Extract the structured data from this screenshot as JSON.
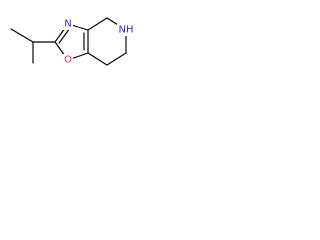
{
  "structure": {
    "atoms": [
      {
        "id": "oxazole_nitrogen",
        "label": "N",
        "color": "#2a2aff"
      },
      {
        "id": "oxazole_oxygen",
        "label": "O",
        "color": "#ff2a2a"
      },
      {
        "id": "piperidine_nitrogen",
        "label": "NH",
        "color": "#2a2aff"
      }
    ],
    "bond_color": "#000000",
    "background": "#ffffff"
  }
}
